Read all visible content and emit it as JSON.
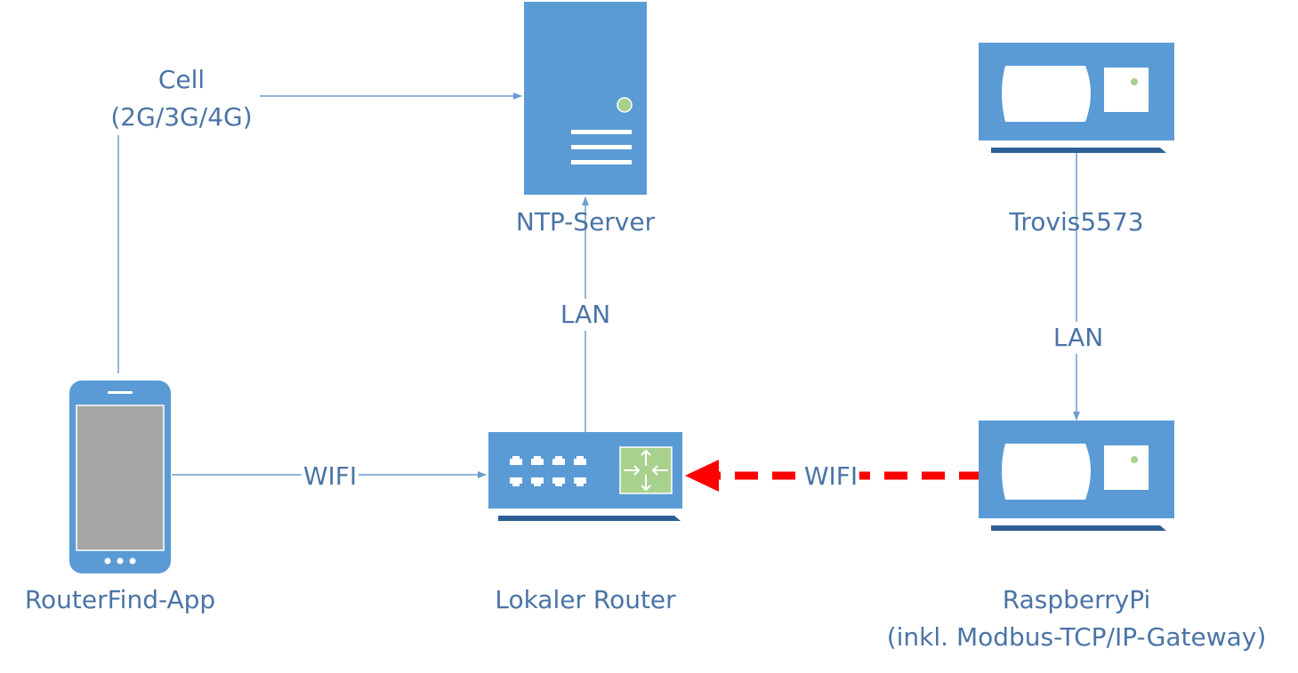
{
  "nodes": {
    "ntp_server": {
      "label": "NTP-Server"
    },
    "trovis": {
      "label": "Trovis5573"
    },
    "phone": {
      "label": "RouterFind-App"
    },
    "router": {
      "label": "Lokaler Router"
    },
    "raspberry": {
      "label_line1": "RaspberryPi",
      "label_line2": "(inkl. Modbus-TCP/IP-Gateway)"
    }
  },
  "edges": {
    "cell": {
      "label_line1": "Cell",
      "label_line2": "(2G/3G/4G)"
    },
    "router_ntp": {
      "label": "LAN"
    },
    "trovis_pi": {
      "label": "LAN"
    },
    "phone_router": {
      "label": "WIFI"
    },
    "pi_router": {
      "label": "WIFI"
    }
  },
  "colors": {
    "device_blue": "#5b9bd5",
    "device_dark": "#2e5f95",
    "line_blue": "#6e9bcf",
    "text_blue": "#4a74a6",
    "highlight_red": "#ff0000",
    "led_green": "#a9d18e",
    "screen_gray": "#a6a6a6"
  }
}
